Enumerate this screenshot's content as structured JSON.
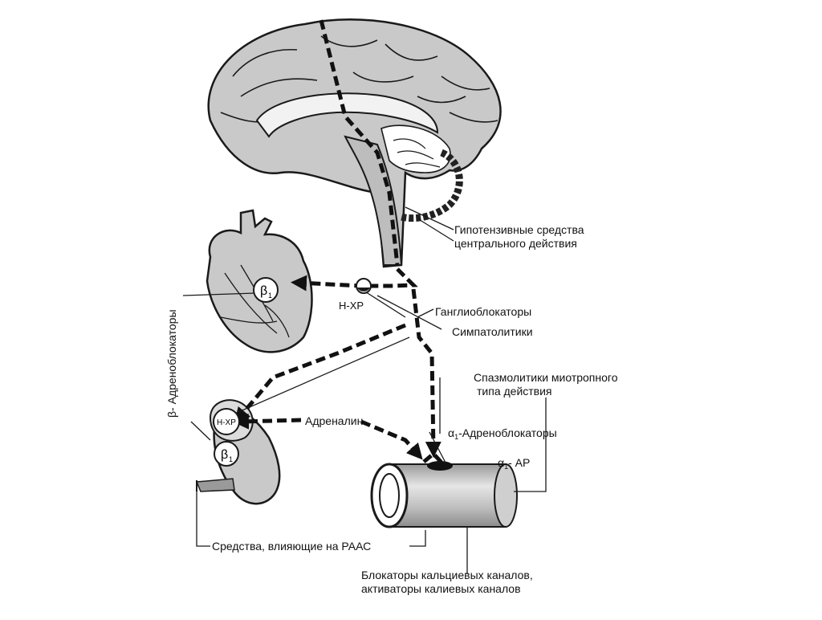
{
  "labels": {
    "central_line1": "Гипотензивные средства",
    "central_line2": "центрального действия",
    "ganglio": "Ганглиоблокаторы",
    "sympatho": "Симпатолитики",
    "spasmo_line1": "Спазмолитики миотропного",
    "spasmo_line2": "типа действия",
    "alpha_blockers_symbol": "α",
    "alpha_blockers_sub": "1",
    "alpha_blockers_text": "-Адреноблокаторы",
    "alpha_receptor_symbol": "α",
    "alpha_receptor_sub": "1",
    "alpha_receptor_text": "- АР",
    "adrenaline": "Адреналин",
    "raas": "Средства, влияющие на РААС",
    "calcium_line1": "Блокаторы кальциевых каналов,",
    "calcium_line2": "активаторы калиевых каналов",
    "beta_blockers": "β- Адреноблокаторы",
    "nhr_ganglion": "Н-ХР",
    "nhr_adrenal": "Н-ХР",
    "beta1_heart_symbol": "β",
    "beta1_heart_sub": "1",
    "beta1_adrenal_symbol": "β",
    "beta1_adrenal_sub": "1"
  },
  "colors": {
    "organ_fill": "#c9c9c9",
    "organ_dark": "#8a8a8a",
    "outline": "#1a1a1a",
    "path": "#111111",
    "background": "#ffffff"
  }
}
